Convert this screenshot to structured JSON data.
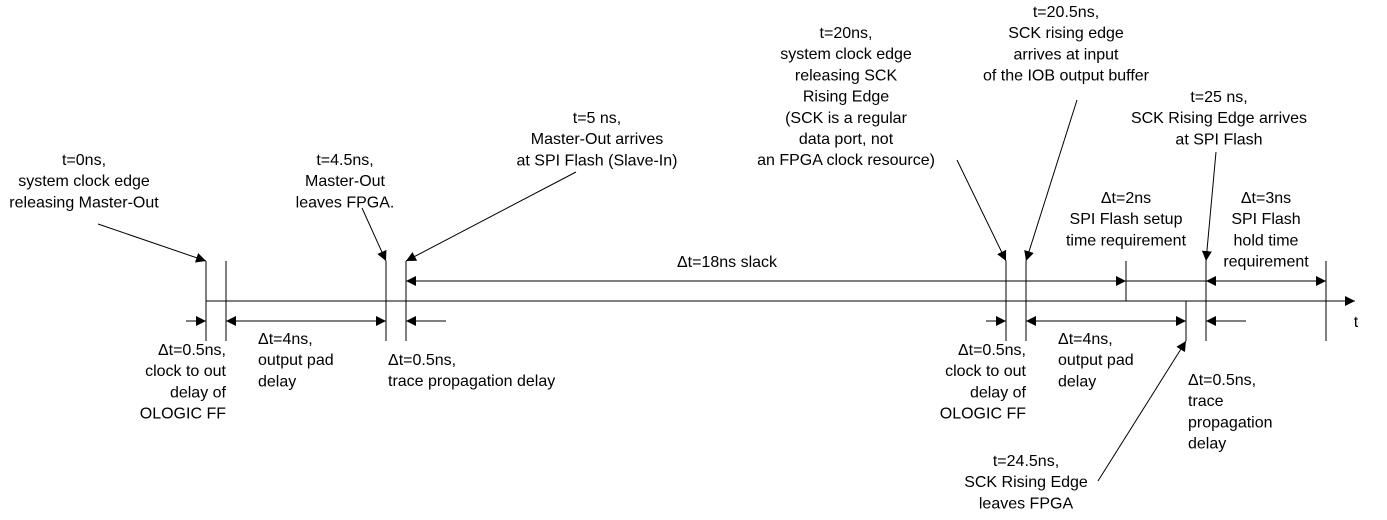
{
  "axis": {
    "label": "t"
  },
  "annotations": {
    "t0": [
      "t=0ns,",
      "system clock edge",
      "releasing Master-Out"
    ],
    "t45": [
      "t=4.5ns,",
      "Master-Out",
      "leaves FPGA."
    ],
    "t5": [
      "t=5 ns,",
      "Master-Out arrives",
      "at SPI Flash (Slave-In)"
    ],
    "t20": [
      "t=20ns,",
      "system clock edge",
      "releasing SCK",
      "Rising Edge",
      "(SCK is a regular",
      "data port, not",
      "an FPGA clock resource)"
    ],
    "t205": [
      "t=20.5ns,",
      "SCK rising edge",
      "arrives at input",
      "of the IOB output buffer"
    ],
    "t25": [
      "t=25 ns,",
      "SCK Rising Edge arrives",
      "at SPI Flash"
    ],
    "t245": [
      "t=24.5ns,",
      "SCK Rising Edge",
      "leaves FPGA"
    ]
  },
  "spans": {
    "slack": [
      "Δt=18ns slack"
    ],
    "setup": [
      "Δt=2ns",
      "SPI Flash setup",
      "time requirement"
    ],
    "hold": [
      "Δt=3ns",
      "SPI Flash",
      "hold time",
      "requirement"
    ]
  },
  "delays": {
    "clk_out_1": [
      "Δt=0.5ns,",
      "clock to out",
      "delay of",
      "OLOGIC FF"
    ],
    "pad_1": [
      "Δt=4ns,",
      "output pad",
      "delay"
    ],
    "trace_1": [
      "Δt=0.5ns,",
      "trace propagation delay"
    ],
    "clk_out_2": [
      "Δt=0.5ns,",
      "clock to out",
      "delay of",
      "OLOGIC FF"
    ],
    "pad_2": [
      "Δt=4ns,",
      "output pad",
      "delay"
    ],
    "trace_2": [
      "Δt=0.5ns,",
      "trace",
      "propagation",
      "delay"
    ]
  }
}
